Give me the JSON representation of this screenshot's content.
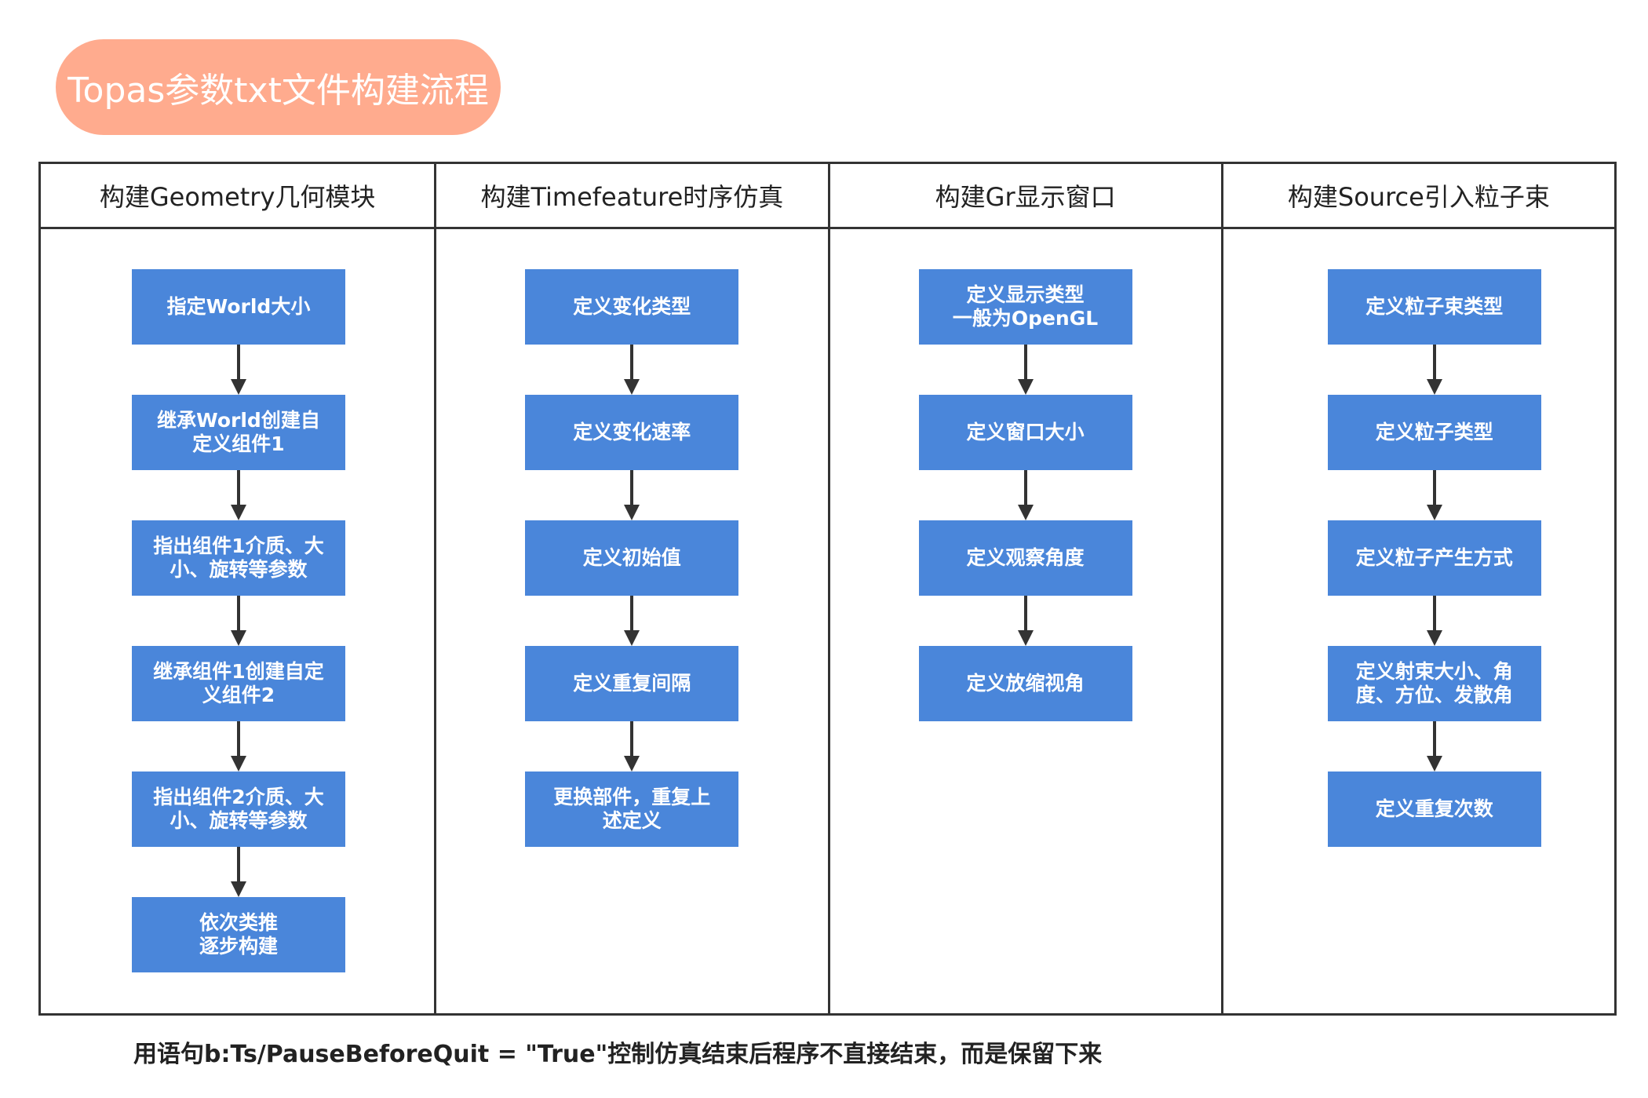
{
  "title": "Topas参数txt文件构建流程",
  "columns": [
    {
      "header": "构建Geometry几何模块",
      "steps": [
        "指定World大小",
        "继承World创建自\n定义组件1",
        "指出组件1介质、大\n小、旋转等参数",
        "继承组件1创建自定\n义组件2",
        "指出组件2介质、大\n小、旋转等参数",
        "依次类推\n逐步构建"
      ]
    },
    {
      "header": "构建Timefeature时序仿真",
      "steps": [
        "定义变化类型",
        "定义变化速率",
        "定义初始值",
        "定义重复间隔",
        "更换部件，重复上\n述定义"
      ]
    },
    {
      "header": "构建Gr显示窗口",
      "steps": [
        "定义显示类型\n一般为OpenGL",
        "定义窗口大小",
        "定义观察角度",
        "定义放缩视角"
      ]
    },
    {
      "header": "构建Source引入粒子束",
      "steps": [
        "定义粒子束类型",
        "定义粒子类型",
        "定义粒子产生方式",
        "定义射束大小、角\n度、方位、发散角",
        "定义重复次数"
      ]
    }
  ],
  "footnote": "用语句b:Ts/PauseBeforeQuit = \"True\"控制仿真结束后程序不直接结束，而是保留下来",
  "colors": {
    "title_pill": "#FFAB8E",
    "step_box": "#4A86DA",
    "border": "#333333"
  }
}
